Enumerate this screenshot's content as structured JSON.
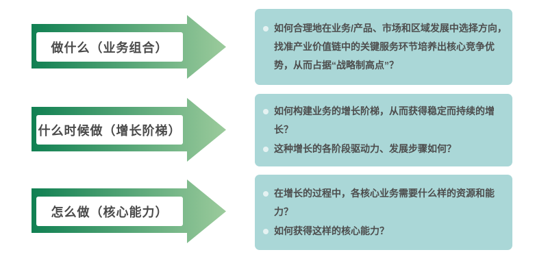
{
  "colors": {
    "arrow_gradient_start": "#10. 8052",
    "arrow_dark": "#108052",
    "arrow_light": "#9ccb9c",
    "box_background": "#aad7d7",
    "label_background": "#ffffff",
    "text_color": "#4d4d4d",
    "bullet_color": "#e4f2f2"
  },
  "rows": [
    {
      "arrow_label": "做什么（业务组合）",
      "questions": [
        "如何合理地在业务/产品、市场和区域发展中选择方向，找准产业价值链中的关键服务环节培养出核心竞争优势，从而占据“战略制高点”？"
      ]
    },
    {
      "arrow_label": "什么时候做（增长阶梯）",
      "questions": [
        "如何构建业务的增长阶梯，从而获得稳定而持续的增长？",
        "这种增长的各阶段驱动力、发展步骤如何？"
      ]
    },
    {
      "arrow_label": "怎么做（核心能力）",
      "questions": [
        "在增长的过程中，各核心业务需要什么样的资源和能力？",
        "如何获得这样的核心能力？"
      ]
    }
  ]
}
